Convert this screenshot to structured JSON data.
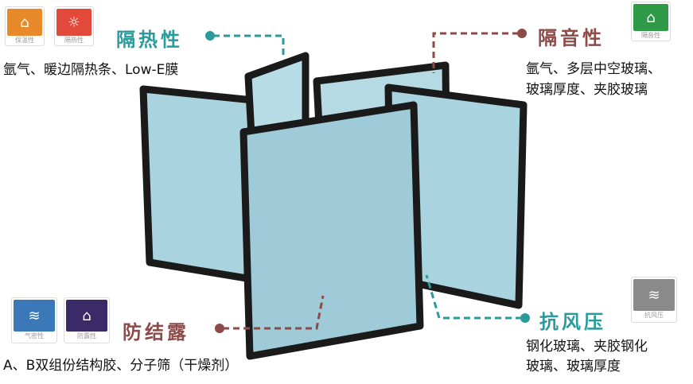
{
  "colors": {
    "teal": "#2a9a9a",
    "brown": "#8c4a48",
    "glass": "#a9d3df",
    "frame": "#1a1a1a"
  },
  "badges": {
    "insulation": {
      "label": "保温性",
      "color": "#e88a2a",
      "icon": "house-cup-icon"
    },
    "heat": {
      "label": "隔热性",
      "color": "#e2493a",
      "icon": "sun-house-icon"
    },
    "sound": {
      "label": "隔音性",
      "color": "#2e9a48",
      "icon": "car-house-icon"
    },
    "airtight": {
      "label": "气密性",
      "color": "#3a78b8",
      "icon": "wind-house-icon"
    },
    "dew": {
      "label": "防露性",
      "color": "#3a2a68",
      "icon": "snowman-house-icon"
    },
    "wind": {
      "label": "抗风压",
      "color": "#8a8a8a",
      "icon": "wind-building-icon"
    }
  },
  "features": {
    "heat": {
      "title": "隔热性",
      "desc": "氩气、暖边隔热条、Low-E膜"
    },
    "sound": {
      "title": "隔音性",
      "desc1": "氩气、多层中空玻璃、",
      "desc2": "玻璃厚度、夹胶玻璃"
    },
    "dew": {
      "title": "防结露",
      "desc": "A、B双组份结构胶、分子筛（干燥剂）"
    },
    "wind": {
      "title": "抗风压",
      "desc1": "钢化玻璃、夹胶钢化",
      "desc2": "玻璃、玻璃厚度"
    }
  }
}
